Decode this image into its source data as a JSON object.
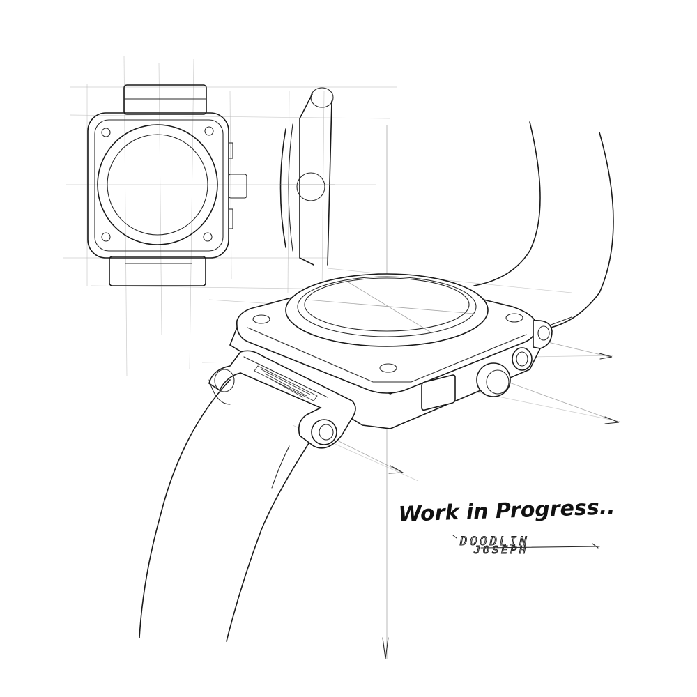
{
  "caption": {
    "title": "Work in Progress..",
    "signature_line1": "DOODLIN",
    "signature_line2": "JOSEPH"
  },
  "colors": {
    "paper": "#ffffff",
    "ink": "#1a1a1a",
    "construction": "#8a8a8a"
  },
  "drawing": {
    "subject": "wristwatch",
    "views": [
      "front-view",
      "side-view",
      "perspective-view"
    ]
  }
}
